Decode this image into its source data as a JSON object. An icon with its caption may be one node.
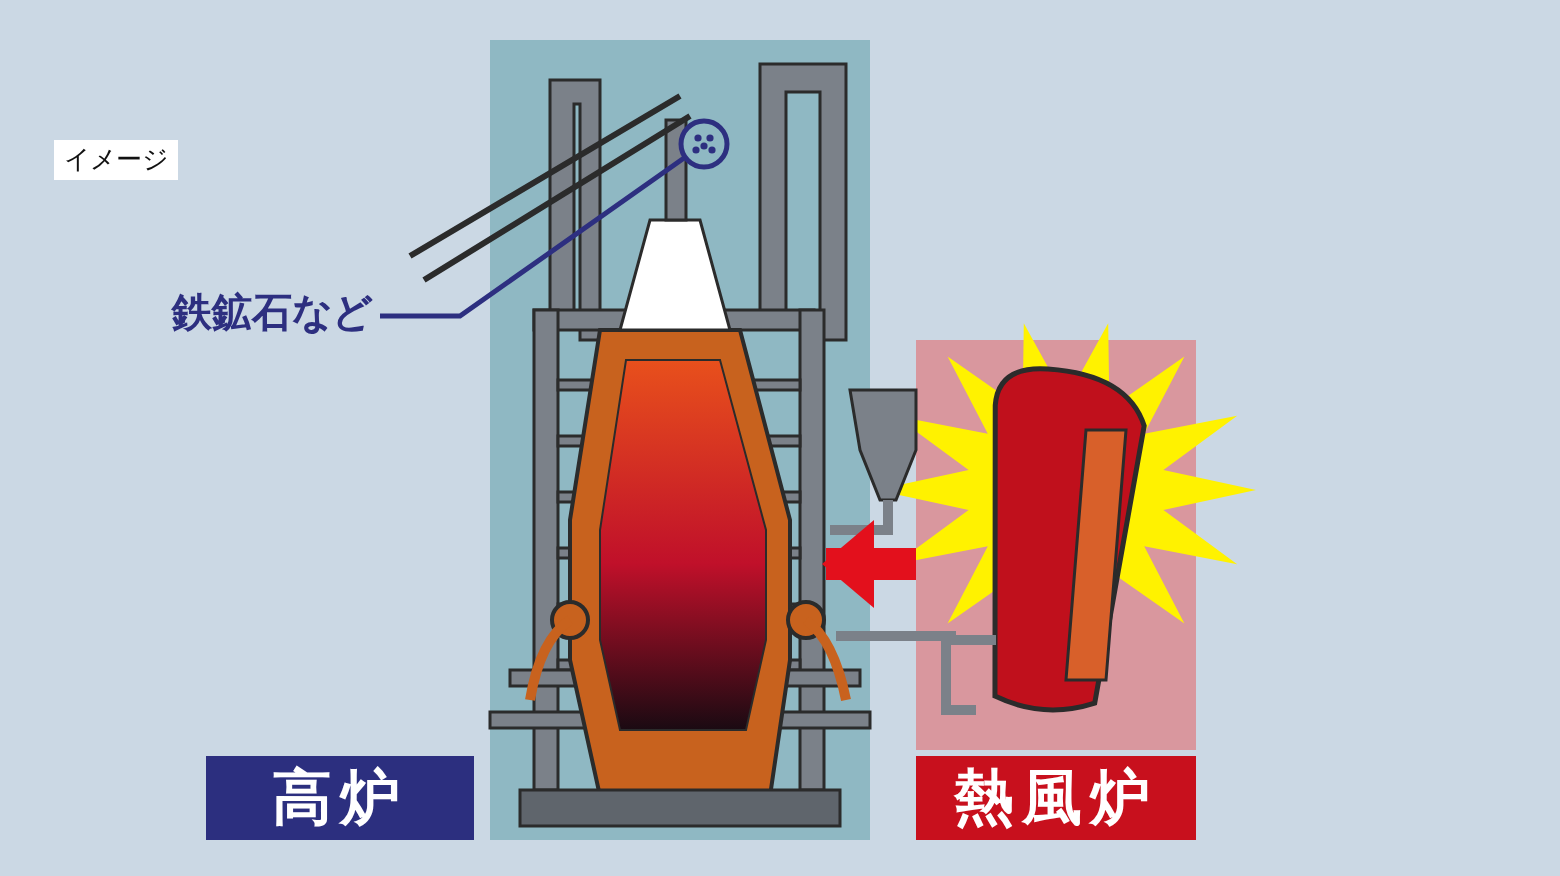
{
  "diagram": {
    "nodes": [
      {
        "text": [
          "高炉"
        ]
      },
      {
        "text": [
          "熱風炉"
        ]
      },
      {
        "text": [
          "鉄鉱石など"
        ]
      },
      {
        "text": [],
        "shape": "circle",
        "in": 0
      }
    ],
    "edges": [
      {
        "from": 1,
        "to": 0,
        "arrow": "to",
        "style": "thick",
        "color": "#e3101c"
      },
      {
        "from": 2,
        "to": 3,
        "arrow": "none",
        "color": "#2d2f80"
      }
    ],
    "labels": [
      "イメージ"
    ]
  }
}
